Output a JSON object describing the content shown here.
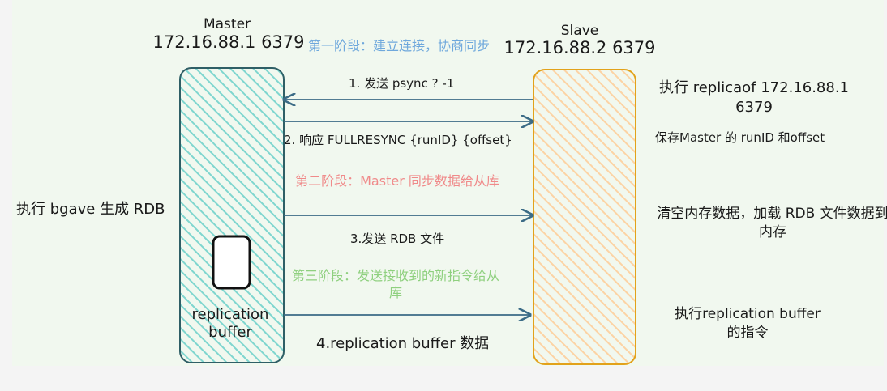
{
  "master": {
    "label": "Master",
    "address": "172.16.88.1 6379",
    "bgsave_text": "执行 bgave 生成 RDB",
    "buffer_label": "replication buffer"
  },
  "slave": {
    "label": "Slave",
    "address": "172.16.88.2 6379",
    "replicaof_text": "执行 replicaof 172.16.88.1 6379",
    "save_text": "保存Master 的 runID 和offset",
    "clear_text": "清空内存数据，加载 RDB 文件数据到内存",
    "exec_text": "执行replication buffer 的指令"
  },
  "phases": {
    "phase1": "第一阶段：建立连接，协商同步",
    "phase2": "第二阶段：Master 同步数据给从库",
    "phase3": "第三阶段：发送接收到的新指令给从库"
  },
  "steps": {
    "step1": "1. 发送 psync ? -1",
    "step2": "2. 响应 FULLRESYNC {runID} {offset}",
    "step3": "3.发送 RDB 文件",
    "step4": "4.replication buffer 数据"
  },
  "colors": {
    "master_fill": "#7fd6cf",
    "master_stroke": "#2f5f66",
    "slave_fill": "#fcd3a4",
    "slave_stroke": "#e2a21b",
    "arrow": "#3b6b86",
    "phase1": "#6fa8dc",
    "phase2": "#f08a8a",
    "phase3": "#8fd07f"
  }
}
